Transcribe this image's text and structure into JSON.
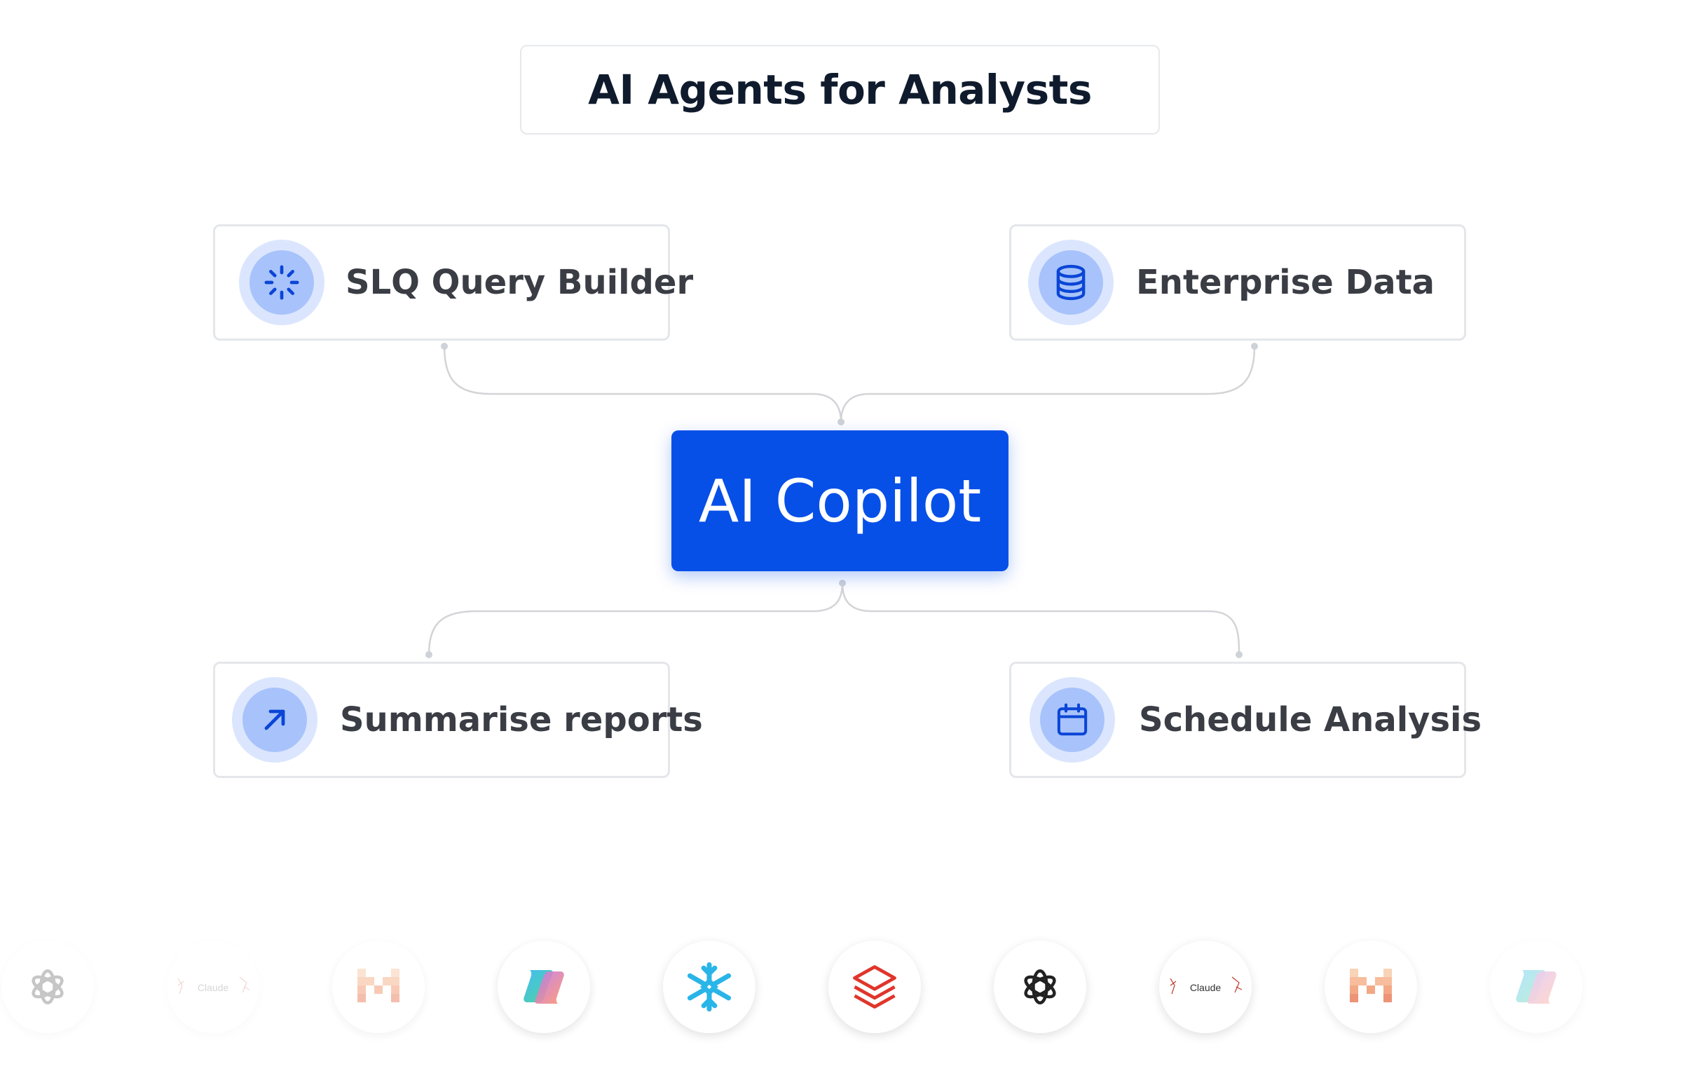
{
  "title": "AI Agents for Analysts",
  "center": {
    "label": "AI Copilot"
  },
  "nodes": {
    "sql": {
      "label": "SLQ Query Builder",
      "icon": "loader-icon"
    },
    "enterprise": {
      "label": "Enterprise Data",
      "icon": "database-icon"
    },
    "summarise": {
      "label": "Summarise reports",
      "icon": "arrow-up-right-icon"
    },
    "schedule": {
      "label": "Schedule Analysis",
      "icon": "calendar-icon"
    }
  },
  "logos": {
    "claude_text": "Claude",
    "items": [
      "openai-logo",
      "claude-logo",
      "mistral-logo",
      "copilot-logo",
      "snowflake-logo",
      "databricks-logo",
      "openai-logo",
      "claude-logo",
      "mistral-logo",
      "copilot-logo"
    ]
  },
  "colors": {
    "accent": "#0650e8",
    "icon_ring": "#dbe6fe",
    "icon_inner": "#a8c3fb",
    "icon_stroke": "#0a45d6",
    "connector": "#d4d4d8"
  }
}
